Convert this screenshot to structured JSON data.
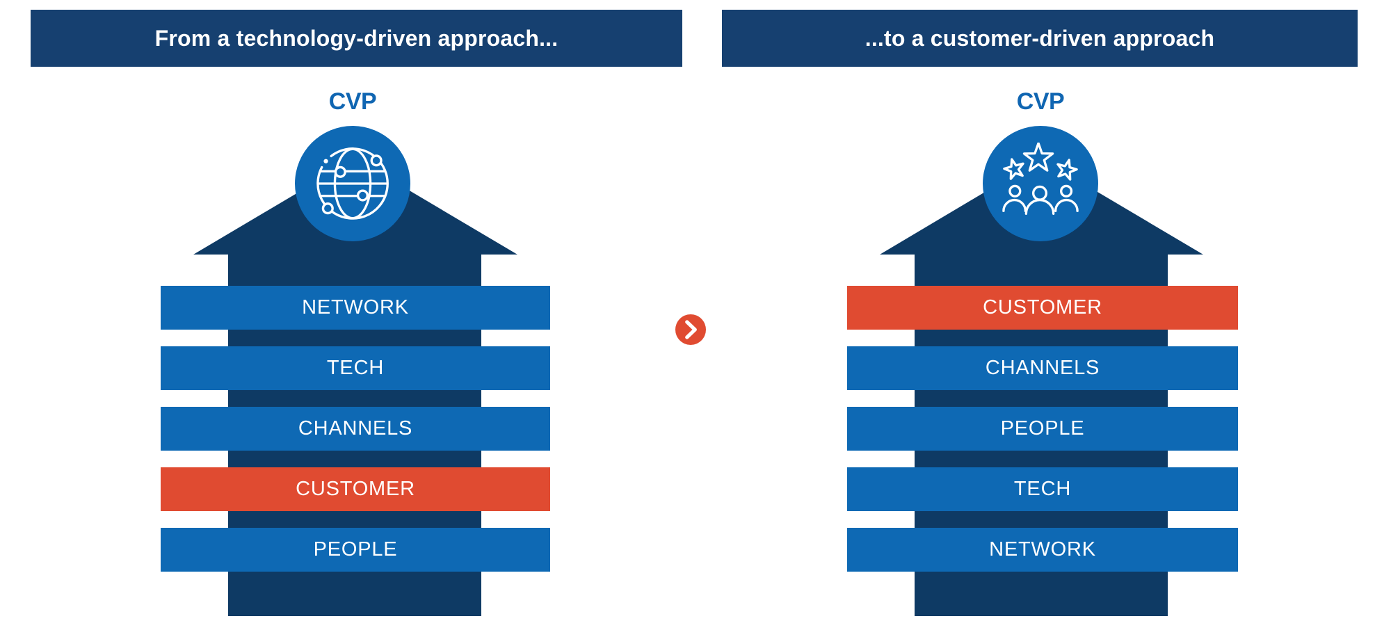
{
  "left_panel": {
    "header": "From a technology-driven approach...",
    "cvp_label": "CVP",
    "icon_name": "globe-network-icon",
    "bars": [
      {
        "label": "NETWORK",
        "color": "#0e69b4"
      },
      {
        "label": "TECH",
        "color": "#0e69b4"
      },
      {
        "label": "CHANNELS",
        "color": "#0e69b4"
      },
      {
        "label": "CUSTOMER",
        "color": "#e04b31"
      },
      {
        "label": "PEOPLE",
        "color": "#0e69b4"
      }
    ]
  },
  "right_panel": {
    "header": "...to a customer-driven approach",
    "cvp_label": "CVP",
    "icon_name": "customer-rating-people-icon",
    "bars": [
      {
        "label": "CUSTOMER",
        "color": "#e04b31"
      },
      {
        "label": "CHANNELS",
        "color": "#0e69b4"
      },
      {
        "label": "PEOPLE",
        "color": "#0e69b4"
      },
      {
        "label": "TECH",
        "color": "#0e69b4"
      },
      {
        "label": "NETWORK",
        "color": "#0e69b4"
      }
    ]
  },
  "transition": {
    "icon_name": "chevron-right-icon"
  },
  "colors": {
    "header_navy": "#164070",
    "arrow_navy": "#0e3a64",
    "bar_blue": "#0e69b4",
    "accent_red": "#e04b31",
    "cvp_blue": "#1066b2"
  }
}
